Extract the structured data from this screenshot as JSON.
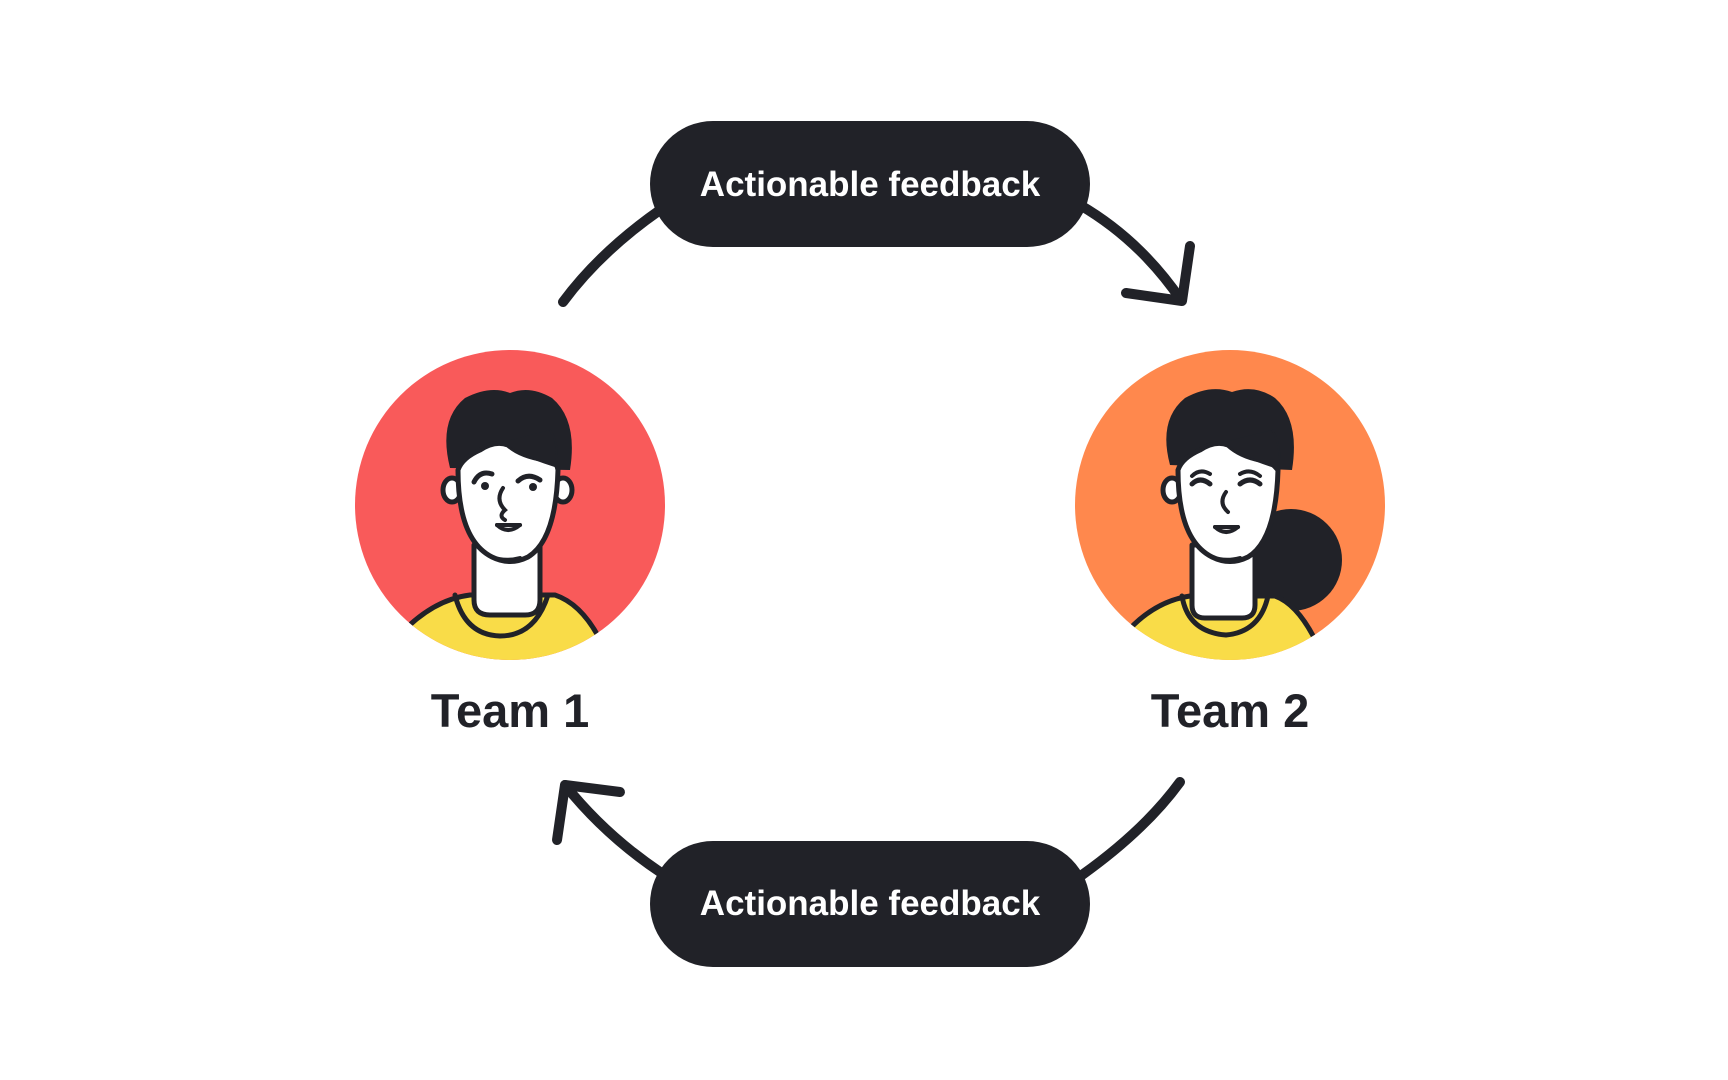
{
  "flow": {
    "top_label": "Actionable feedback",
    "bottom_label": "Actionable feedback"
  },
  "teams": [
    {
      "name": "Team 1",
      "avatar": "man-avatar",
      "bg_color": "#F95A5A",
      "shirt_color": "#F9DC48"
    },
    {
      "name": "Team 2",
      "avatar": "woman-avatar",
      "bg_color": "#FF884D",
      "shirt_color": "#F9DC48"
    }
  ],
  "colors": {
    "ink": "#212228",
    "background": "#FFFFFF"
  }
}
